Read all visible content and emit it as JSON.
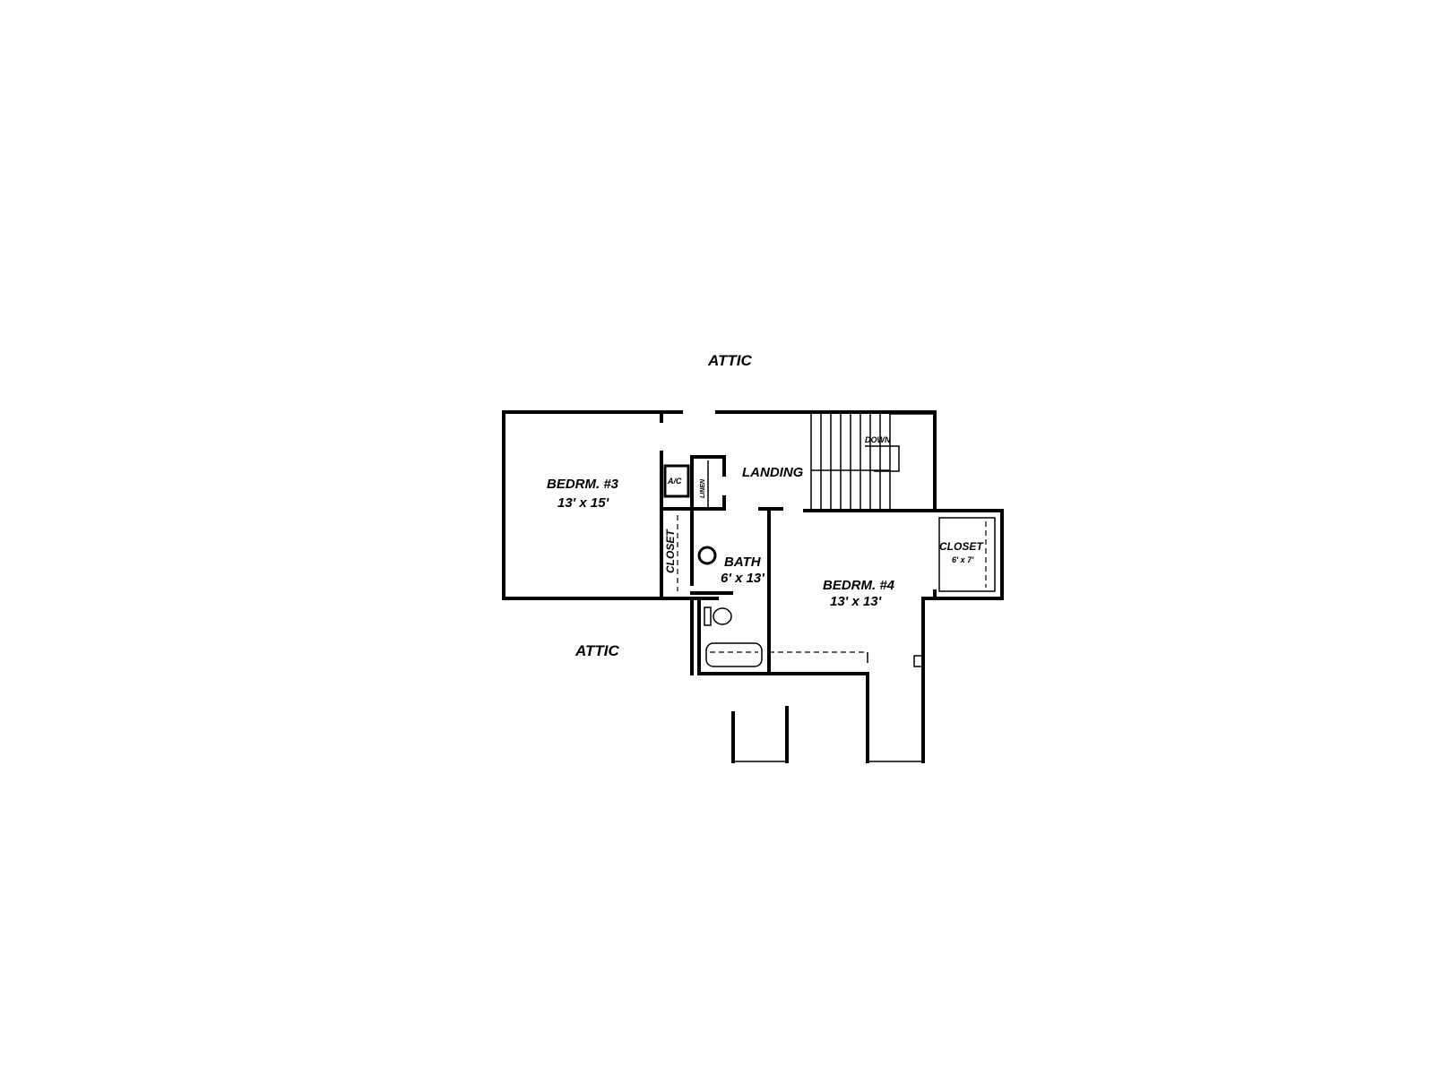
{
  "rooms": {
    "attic_top": {
      "name": "ATTIC"
    },
    "attic_bottom": {
      "name": "ATTIC"
    },
    "bedroom3": {
      "name": "BEDRM. #3",
      "size": "13' x 15'"
    },
    "bedroom4": {
      "name": "BEDRM. #4",
      "size": "13' x 13'"
    },
    "landing": {
      "name": "LANDING"
    },
    "bath": {
      "name": "BATH",
      "size": "6' x 13'"
    },
    "closet_left": {
      "name": "CLOSET"
    },
    "closet_right": {
      "name": "CLOSET",
      "size": "6' x 7'"
    },
    "ac": {
      "name": "A/C"
    },
    "linen": {
      "name": "LINEN"
    },
    "stairs": {
      "label": "DOWN"
    }
  }
}
